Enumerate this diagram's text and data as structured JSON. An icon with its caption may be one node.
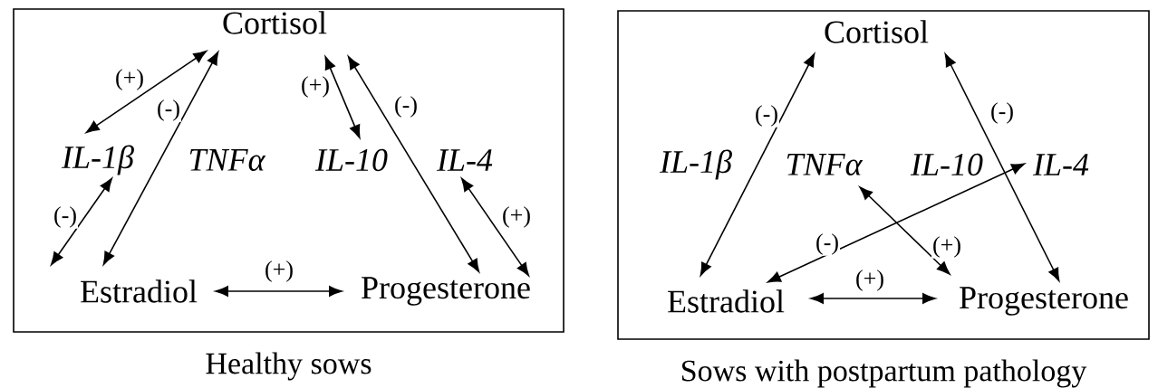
{
  "diagram": {
    "nodes": [
      {
        "text": [
          "Healthy sows"
        ]
      },
      {
        "text": [
          "Cortisol"
        ],
        "in": 0
      },
      {
        "text": [
          "IL-1β"
        ],
        "in": 0
      },
      {
        "text": [
          "TNFα"
        ],
        "in": 0
      },
      {
        "text": [
          "IL-10"
        ],
        "in": 0
      },
      {
        "text": [
          "IL-4"
        ],
        "in": 0
      },
      {
        "text": [
          "Estradiol"
        ],
        "in": 0
      },
      {
        "text": [
          "Progesterone"
        ],
        "in": 0
      },
      {
        "text": [
          "Sows with postpartum pathology"
        ]
      },
      {
        "text": [
          "Cortisol"
        ],
        "in": 8
      },
      {
        "text": [
          "IL-1β"
        ],
        "in": 8
      },
      {
        "text": [
          "TNFα"
        ],
        "in": 8
      },
      {
        "text": [
          "IL-10"
        ],
        "in": 8
      },
      {
        "text": [
          "IL-4"
        ],
        "in": 8
      },
      {
        "text": [
          "Estradiol"
        ],
        "in": 8
      },
      {
        "text": [
          "Progesterone"
        ],
        "in": 8
      }
    ],
    "edges": [
      {
        "from": 1,
        "to": 2,
        "arrow": "both",
        "label": "(+)"
      },
      {
        "from": 2,
        "to": 6,
        "arrow": "both",
        "label": "(-)"
      },
      {
        "from": 1,
        "to": 6,
        "arrow": "both",
        "label": "(-)"
      },
      {
        "from": 1,
        "to": 4,
        "arrow": "both",
        "label": "(+)"
      },
      {
        "from": 1,
        "to": 7,
        "arrow": "both",
        "label": "(-)"
      },
      {
        "from": 5,
        "to": 7,
        "arrow": "both",
        "label": "(+)"
      },
      {
        "from": 6,
        "to": 7,
        "arrow": "both",
        "label": "(+)"
      },
      {
        "from": 9,
        "to": 14,
        "arrow": "both",
        "label": "(-)"
      },
      {
        "from": 9,
        "to": 15,
        "arrow": "both",
        "label": "(-)"
      },
      {
        "from": 14,
        "to": 13,
        "arrow": "both",
        "label": "(-)"
      },
      {
        "from": 11,
        "to": 15,
        "arrow": "both",
        "label": "(+)"
      },
      {
        "from": 14,
        "to": 15,
        "arrow": "both",
        "label": "(+)"
      }
    ]
  }
}
